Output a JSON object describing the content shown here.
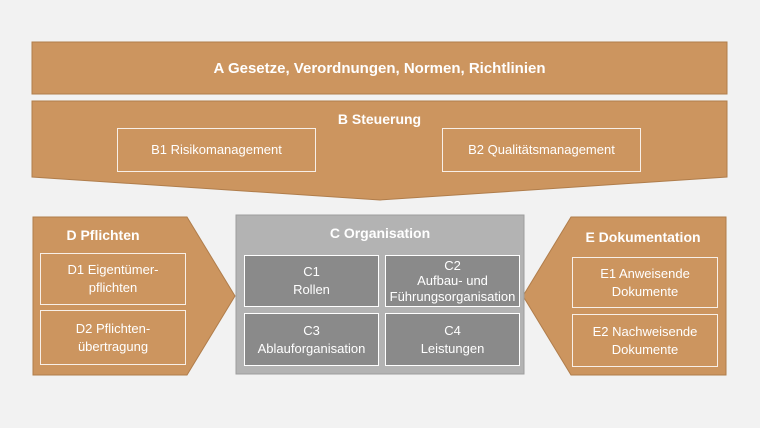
{
  "colors": {
    "orange_fill": "#cc955f",
    "gray_fill": "#b3b3b3",
    "dark_gray_box": "#8a8a8a",
    "background": "#f2f2f2",
    "text": "#ffffff"
  },
  "A": {
    "title": "A Gesetze, Verordnungen, Normen, Richtlinien"
  },
  "B": {
    "title": "B Steuerung",
    "items": [
      {
        "label": "B1 Risikomanagement"
      },
      {
        "label": "B2 Qualitätsmanagement"
      }
    ]
  },
  "C": {
    "title": "C Organisation",
    "items": [
      {
        "code": "C1",
        "lines": [
          "Rollen"
        ]
      },
      {
        "code": "C2",
        "lines": [
          "Aufbau- und",
          "Führungsorganisation"
        ]
      },
      {
        "code": "C3",
        "lines": [
          "Ablauforganisation"
        ]
      },
      {
        "code": "C4",
        "lines": [
          "Leistungen"
        ]
      }
    ]
  },
  "D": {
    "title": "D Pflichten",
    "items": [
      {
        "lines": [
          "D1 Eigentümer-",
          "pflichten"
        ]
      },
      {
        "lines": [
          "D2 Pflichten-",
          "übertragung"
        ]
      }
    ]
  },
  "E": {
    "title": "E Dokumentation",
    "items": [
      {
        "lines": [
          "E1 Anweisende",
          "Dokumente"
        ]
      },
      {
        "lines": [
          "E2 Nachweisende",
          "Dokumente"
        ]
      }
    ]
  }
}
